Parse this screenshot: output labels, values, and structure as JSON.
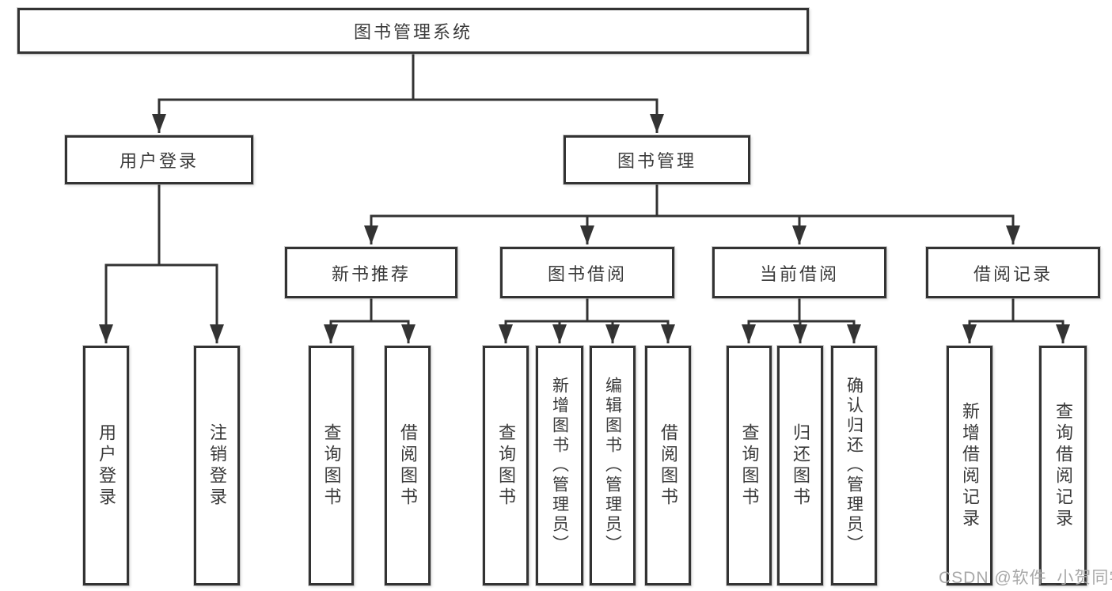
{
  "tree": {
    "label": "图书管理系统",
    "children": [
      {
        "label": "用户登录",
        "children": [
          {
            "label": "用户登录"
          },
          {
            "label": "注销登录"
          }
        ]
      },
      {
        "label": "图书管理",
        "children": [
          {
            "label": "新书推荐",
            "children": [
              {
                "label": "查询图书"
              },
              {
                "label": "借阅图书"
              }
            ]
          },
          {
            "label": "图书借阅",
            "children": [
              {
                "label": "查询图书"
              },
              {
                "label": "新增图书（管理员）"
              },
              {
                "label": "编辑图书（管理员）"
              },
              {
                "label": "借阅图书"
              }
            ]
          },
          {
            "label": "当前借阅",
            "children": [
              {
                "label": "查询图书"
              },
              {
                "label": "归还图书"
              },
              {
                "label": "确认归还（管理员）"
              }
            ]
          },
          {
            "label": "借阅记录",
            "children": [
              {
                "label": "新增借阅记录"
              },
              {
                "label": "查询借阅记录"
              }
            ]
          }
        ]
      }
    ]
  },
  "watermark": {
    "text": "CSDN @软件_小贺同学"
  },
  "colors": {
    "line": "#333333",
    "text": "#3a3a3a",
    "watermark": "#a8a8a8",
    "background": "#ffffff"
  }
}
